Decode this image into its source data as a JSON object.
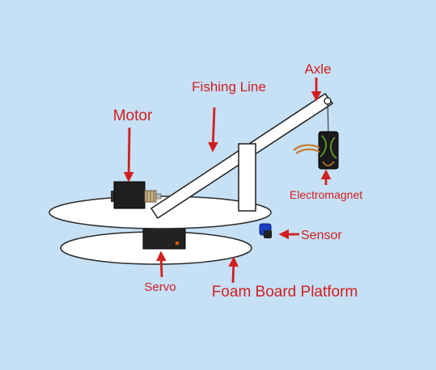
{
  "labels": {
    "axle": "Axle",
    "fishing_line": "Fishing Line",
    "motor": "Motor",
    "electromagnet": "Electromagnet",
    "sensor": "Sensor",
    "servo": "Servo",
    "foam_board_platform": "Foam Board Platform"
  },
  "colors": {
    "background": "#c6e0f5",
    "label_red": "#d11f1f",
    "platform_white": "#ffffff",
    "component_dark": "#1e1e1e",
    "sensor_blue": "#1b3fc4",
    "coil_orange": "#c87a2a"
  }
}
